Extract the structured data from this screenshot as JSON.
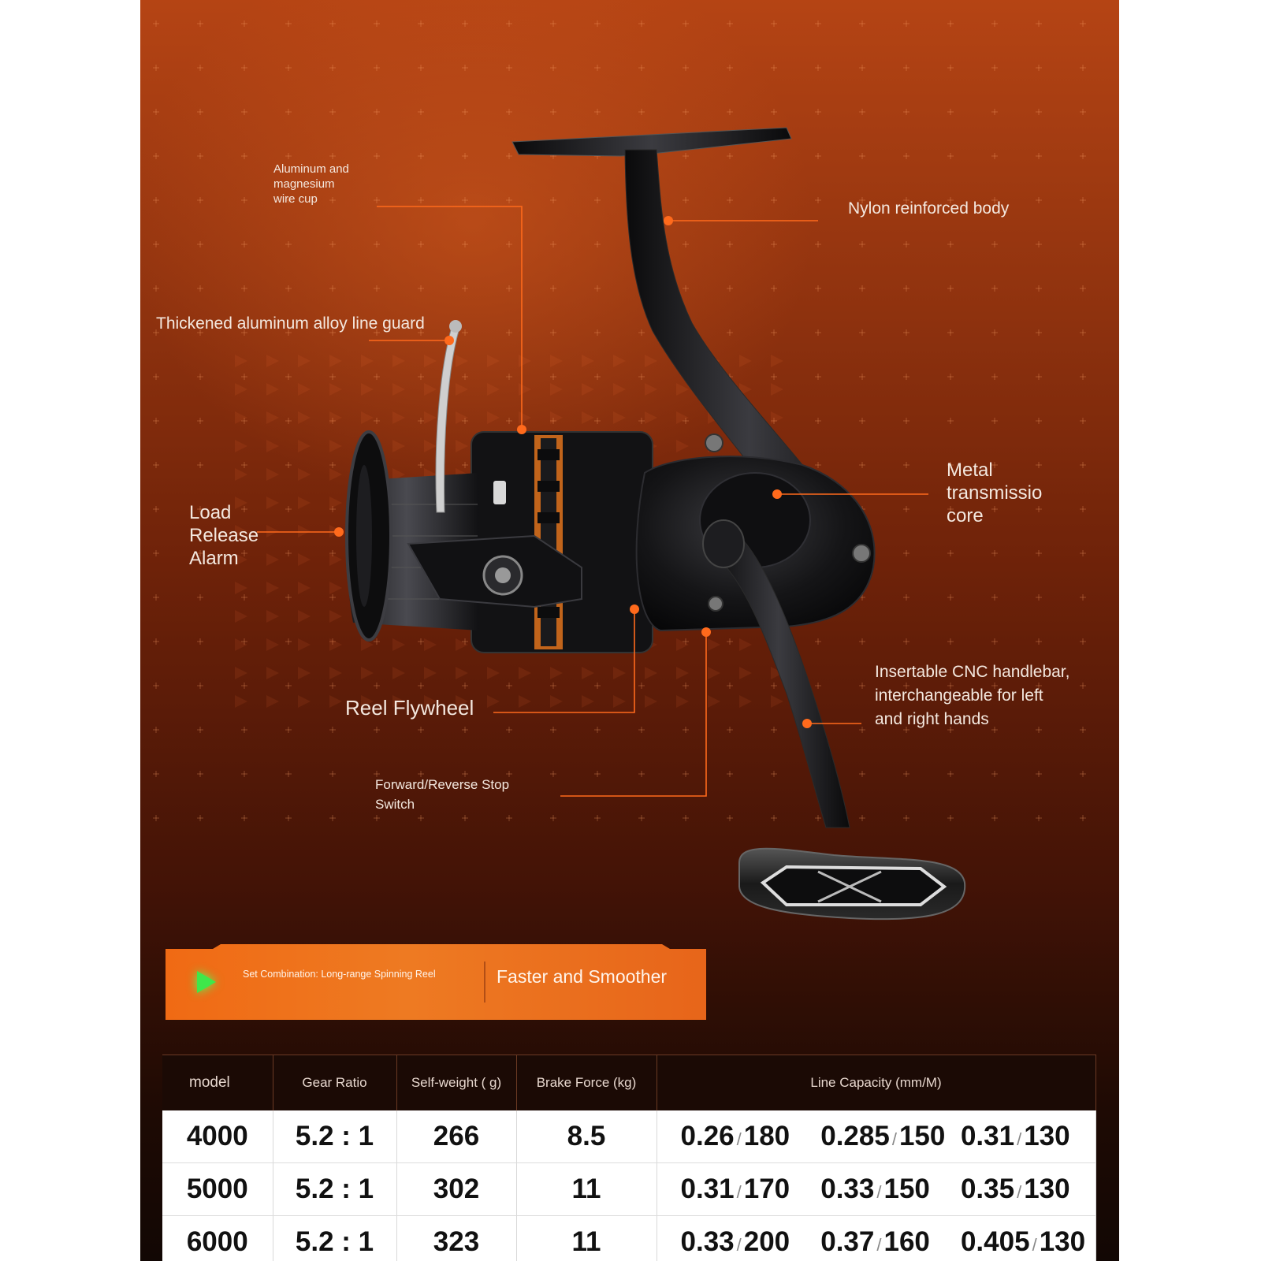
{
  "callouts": {
    "wire_cup": [
      "Aluminum and",
      "magnesium",
      "wire cup"
    ],
    "nylon_body": "Nylon reinforced body",
    "line_guard": "Thickened aluminum alloy line guard",
    "metal_core": [
      "Metal",
      "transmissio",
      "core"
    ],
    "load_alarm": [
      "Load",
      "Release",
      "Alarm"
    ],
    "flywheel": "Reel Flywheel",
    "cnc_handle": [
      "Insertable CNC handlebar,",
      "interchangeable for left",
      "and right hands"
    ],
    "stop_switch": [
      "Forward/Reverse Stop",
      "Switch"
    ]
  },
  "banner": {
    "subtitle": "Set Combination: Long-range Spinning Reel",
    "title": "Faster and Smoother"
  },
  "specs": {
    "headers": [
      "model",
      "Gear Ratio",
      "Self-weight ( g)",
      "Brake Force (kg)",
      "Line Capacity (mm/M)"
    ],
    "rows": [
      {
        "model": "4000",
        "ratio": "5.2 : 1",
        "weight": "266",
        "brake": "8.5",
        "cap": [
          [
            "0.26",
            "180"
          ],
          [
            "0.285",
            "150"
          ],
          [
            "0.31",
            "130"
          ]
        ]
      },
      {
        "model": "5000",
        "ratio": "5.2 : 1",
        "weight": "302",
        "brake": "11",
        "cap": [
          [
            "0.31",
            "170"
          ],
          [
            "0.33",
            "150"
          ],
          [
            "0.35",
            "130"
          ]
        ]
      },
      {
        "model": "6000",
        "ratio": "5.2 : 1",
        "weight": "323",
        "brake": "11",
        "cap": [
          [
            "0.33",
            "200"
          ],
          [
            "0.37",
            "160"
          ],
          [
            "0.405",
            "130"
          ]
        ]
      }
    ]
  },
  "colors": {
    "accent": "#ff6a1c",
    "banner": "#ee7020",
    "play": "#3ee84a"
  }
}
